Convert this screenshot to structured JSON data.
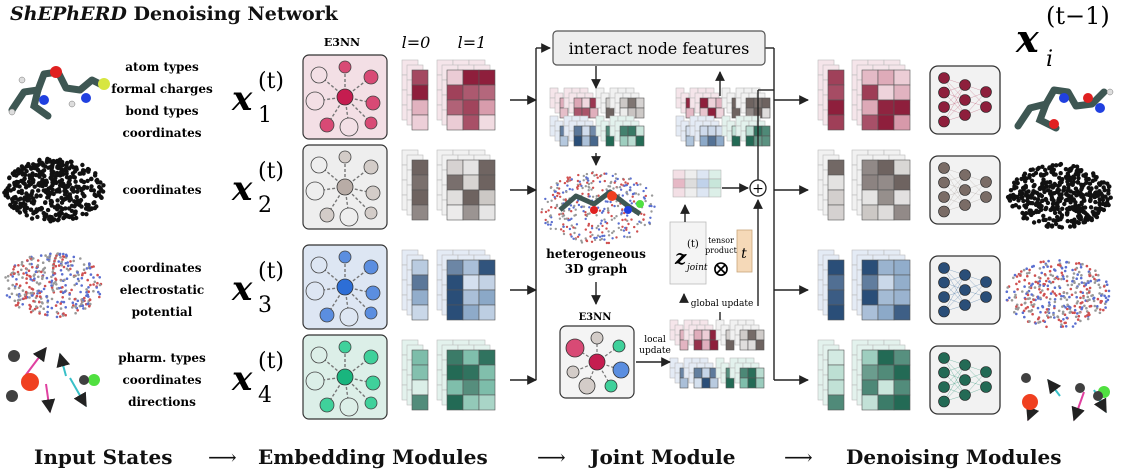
{
  "title": {
    "italic": "ShEPhERD",
    "rest": " Denoising Network"
  },
  "output_label": {
    "base": "x",
    "sub": "i",
    "sup": "(t−1)"
  },
  "embed_header": {
    "e3nn": "E3NN",
    "l0": "l=0",
    "l1": "l=1"
  },
  "rows": [
    {
      "labels": [
        "atom types",
        "formal charges",
        "bond types",
        "coordinates"
      ],
      "var_base": "x",
      "var_sub": "1",
      "var_sup": "(t)",
      "colors": {
        "light": "#f3dfe5",
        "mid": "#c0607a",
        "dark": "#8e1f3c",
        "node": "#d84a75",
        "center": "#c51d50"
      }
    },
    {
      "labels": [
        "coordinates"
      ],
      "var_base": "x",
      "var_sub": "2",
      "var_sup": "(t)",
      "colors": {
        "light": "#eeeeee",
        "mid": "#b0a8a4",
        "dark": "#6e6360",
        "node": "#d3ccc8",
        "center": "#b8aca6"
      }
    },
    {
      "labels": [
        "coordinates",
        "electrostatic",
        "potential"
      ],
      "var_base": "x",
      "var_sub": "3",
      "var_sup": "(t)",
      "colors": {
        "light": "#dde6f3",
        "mid": "#4d79a6",
        "dark": "#2a4e78",
        "node": "#5b8ee0",
        "center": "#2d6ed6"
      }
    },
    {
      "labels": [
        "pharm. types",
        "coordinates",
        "directions"
      ],
      "var_base": "x",
      "var_sub": "4",
      "var_sup": "(t)",
      "colors": {
        "light": "#dcefe8",
        "mid": "#3a9a7e",
        "dark": "#236a55",
        "node": "#3fd19b",
        "center": "#19b57e"
      }
    }
  ],
  "joint": {
    "interact": "interact node features",
    "graph_label_1": "heterogeneous",
    "graph_label_2": "3D graph",
    "e3nn": "E3NN",
    "local_update_1": "local",
    "local_update_2": "update",
    "tensor_product_1": "tensor",
    "tensor_product_2": "product",
    "global_update": "global update",
    "z_base": "z",
    "z_sub": "joint",
    "z_sup": "(t)",
    "t_label": "t",
    "otimes": "⊗",
    "oplus": "+"
  },
  "footer": {
    "stages": [
      "Input States",
      "Embedding Modules",
      "Joint Module",
      "Denoising Modules"
    ],
    "arrow": "⟶"
  }
}
